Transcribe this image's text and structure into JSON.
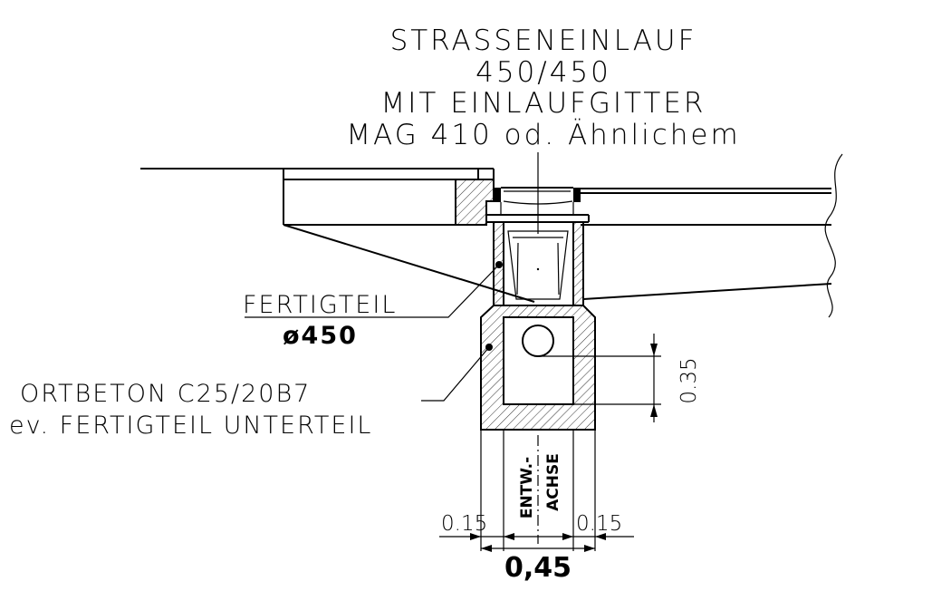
{
  "title": {
    "line1": "STRASSENEINLAUF",
    "line2": "450/450",
    "line3": "MIT EINLAUFGITTER",
    "line4": "MAG 410 od. Ähnlichem"
  },
  "labels": {
    "fertigteil": "FERTIGTEIL",
    "diameter": "ø450",
    "ortbeton": "ORTBETON C25/20B7",
    "unterteil": "ev. FERTIGTEIL UNTERTEIL",
    "entw": "ENTW.-",
    "achse": "ACHSE"
  },
  "dimensions": {
    "height_035": "0.35",
    "left_015": "0.15",
    "right_015": "0.15",
    "total_045": "0,45"
  }
}
